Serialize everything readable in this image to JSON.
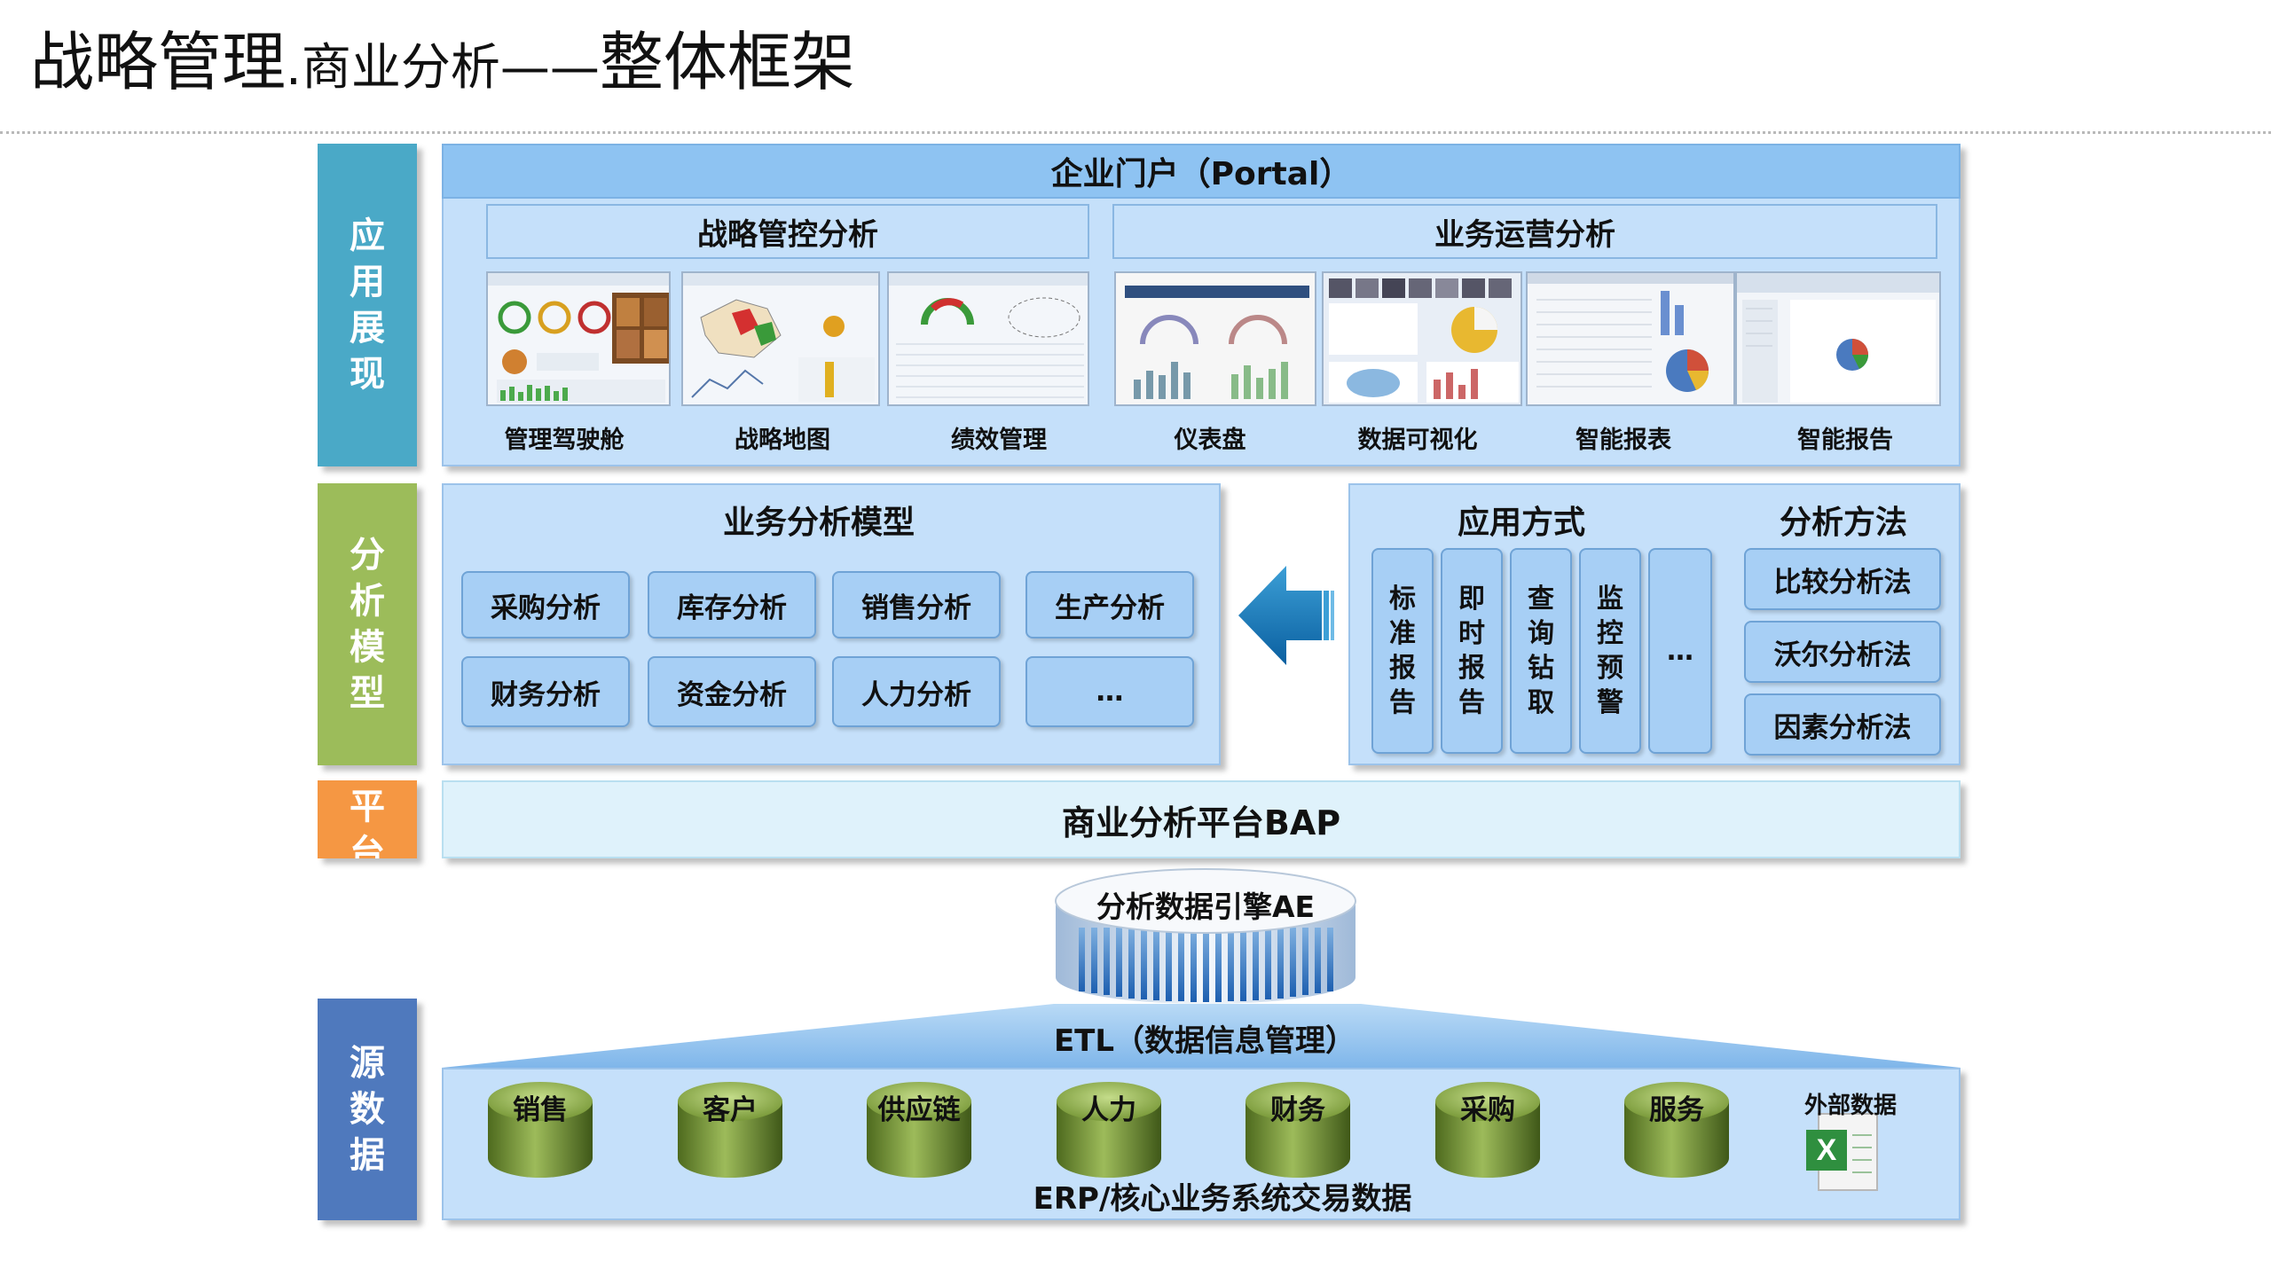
{
  "title_main": "战略管理",
  "title_sub": ".商业分析——",
  "title_end": "整体框架",
  "sidebar": {
    "app": "应用展现",
    "model": "分析模型",
    "platform": "平台",
    "source": "源数据"
  },
  "colors": {
    "app": "#4aa9c7",
    "model": "#9cbc5a",
    "platform": "#f59743",
    "source": "#4f79bd"
  },
  "portal": "企业门户（Portal）",
  "strategy": {
    "title": "战略管控分析",
    "items": [
      "管理驾驶舱",
      "战略地图",
      "绩效管理"
    ]
  },
  "operation": {
    "title": "业务运营分析",
    "items": [
      "仪表盘",
      "数据可视化",
      "智能报表",
      "智能报告"
    ]
  },
  "biz_model": {
    "title": "业务分析模型",
    "row1": [
      "采购分析",
      "库存分析",
      "销售分析",
      "生产分析"
    ],
    "row2": [
      "财务分析",
      "资金分析",
      "人力分析",
      "…"
    ]
  },
  "app_mode": {
    "title": "应用方式",
    "items": [
      "标准报告",
      "即时报告",
      "查询钻取",
      "监控预警",
      "…"
    ]
  },
  "methods": {
    "title": "分析方法",
    "items": [
      "比较分析法",
      "沃尔分析法",
      "因素分析法"
    ]
  },
  "platform_bar": "商业分析平台BAP",
  "engine": "分析数据引擎AE",
  "etl": "ETL（数据信息管理）",
  "sources": [
    "销售",
    "客户",
    "供应链",
    "人力",
    "财务",
    "采购",
    "服务"
  ],
  "external": "外部数据",
  "erp": "ERP/核心业务系统交易数据"
}
